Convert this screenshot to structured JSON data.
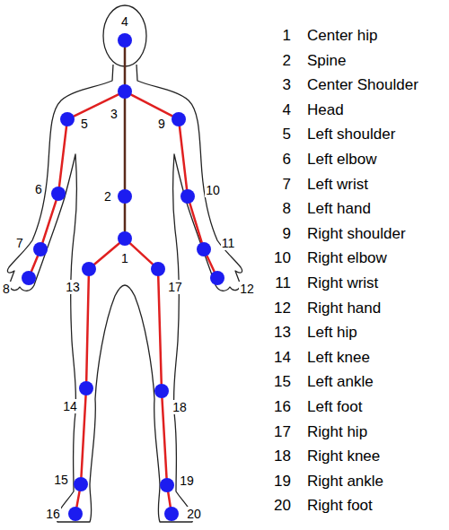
{
  "diagram": {
    "nodes": [
      {
        "text": [
          "1"
        ]
      },
      {
        "text": [
          "2"
        ]
      },
      {
        "text": [
          "3"
        ]
      },
      {
        "text": [
          "4"
        ]
      },
      {
        "text": [
          "5"
        ]
      },
      {
        "text": [
          "6"
        ]
      },
      {
        "text": [
          "7"
        ]
      },
      {
        "text": [
          "8"
        ]
      },
      {
        "text": [
          "9"
        ]
      },
      {
        "text": [
          "10"
        ]
      },
      {
        "text": [
          "11"
        ]
      },
      {
        "text": [
          "12"
        ]
      },
      {
        "text": [
          "13"
        ]
      },
      {
        "text": [
          "14"
        ]
      },
      {
        "text": [
          "15"
        ]
      },
      {
        "text": [
          "16"
        ]
      },
      {
        "text": [
          "17"
        ]
      },
      {
        "text": [
          "18"
        ]
      },
      {
        "text": [
          "19"
        ]
      },
      {
        "text": [
          "20"
        ]
      }
    ],
    "edges": [
      {
        "from": 3,
        "to": 2,
        "arrow": "none"
      },
      {
        "from": 2,
        "to": 1,
        "arrow": "none"
      },
      {
        "from": 1,
        "to": 0,
        "arrow": "none"
      },
      {
        "from": 2,
        "to": 4,
        "arrow": "none"
      },
      {
        "from": 4,
        "to": 5,
        "arrow": "none"
      },
      {
        "from": 5,
        "to": 6,
        "arrow": "none"
      },
      {
        "from": 6,
        "to": 7,
        "arrow": "none"
      },
      {
        "from": 2,
        "to": 8,
        "arrow": "none"
      },
      {
        "from": 8,
        "to": 9,
        "arrow": "none"
      },
      {
        "from": 9,
        "to": 10,
        "arrow": "none"
      },
      {
        "from": 10,
        "to": 11,
        "arrow": "none"
      },
      {
        "from": 0,
        "to": 12,
        "arrow": "none"
      },
      {
        "from": 12,
        "to": 13,
        "arrow": "none"
      },
      {
        "from": 13,
        "to": 14,
        "arrow": "none"
      },
      {
        "from": 14,
        "to": 15,
        "arrow": "none"
      },
      {
        "from": 0,
        "to": 16,
        "arrow": "none"
      },
      {
        "from": 16,
        "to": 17,
        "arrow": "none"
      },
      {
        "from": 17,
        "to": 18,
        "arrow": "none"
      },
      {
        "from": 18,
        "to": 19,
        "arrow": "none"
      }
    ],
    "labels": [
      "1",
      "Center hip",
      "2",
      "Spine",
      "3",
      "Center Shoulder",
      "4",
      "Head",
      "5",
      "Left shoulder",
      "6",
      "Left elbow",
      "7",
      "Left wrist",
      "8",
      "Left hand",
      "9",
      "Right shoulder",
      "10",
      "Right elbow",
      "11",
      "Right wrist",
      "12",
      "Right hand",
      "13",
      "Left hip",
      "14",
      "Left knee",
      "15",
      "Left ankle",
      "16",
      "Left foot",
      "17",
      "Right hip",
      "18",
      "Right knee",
      "19",
      "Right ankle",
      "20",
      "Right foot"
    ]
  }
}
